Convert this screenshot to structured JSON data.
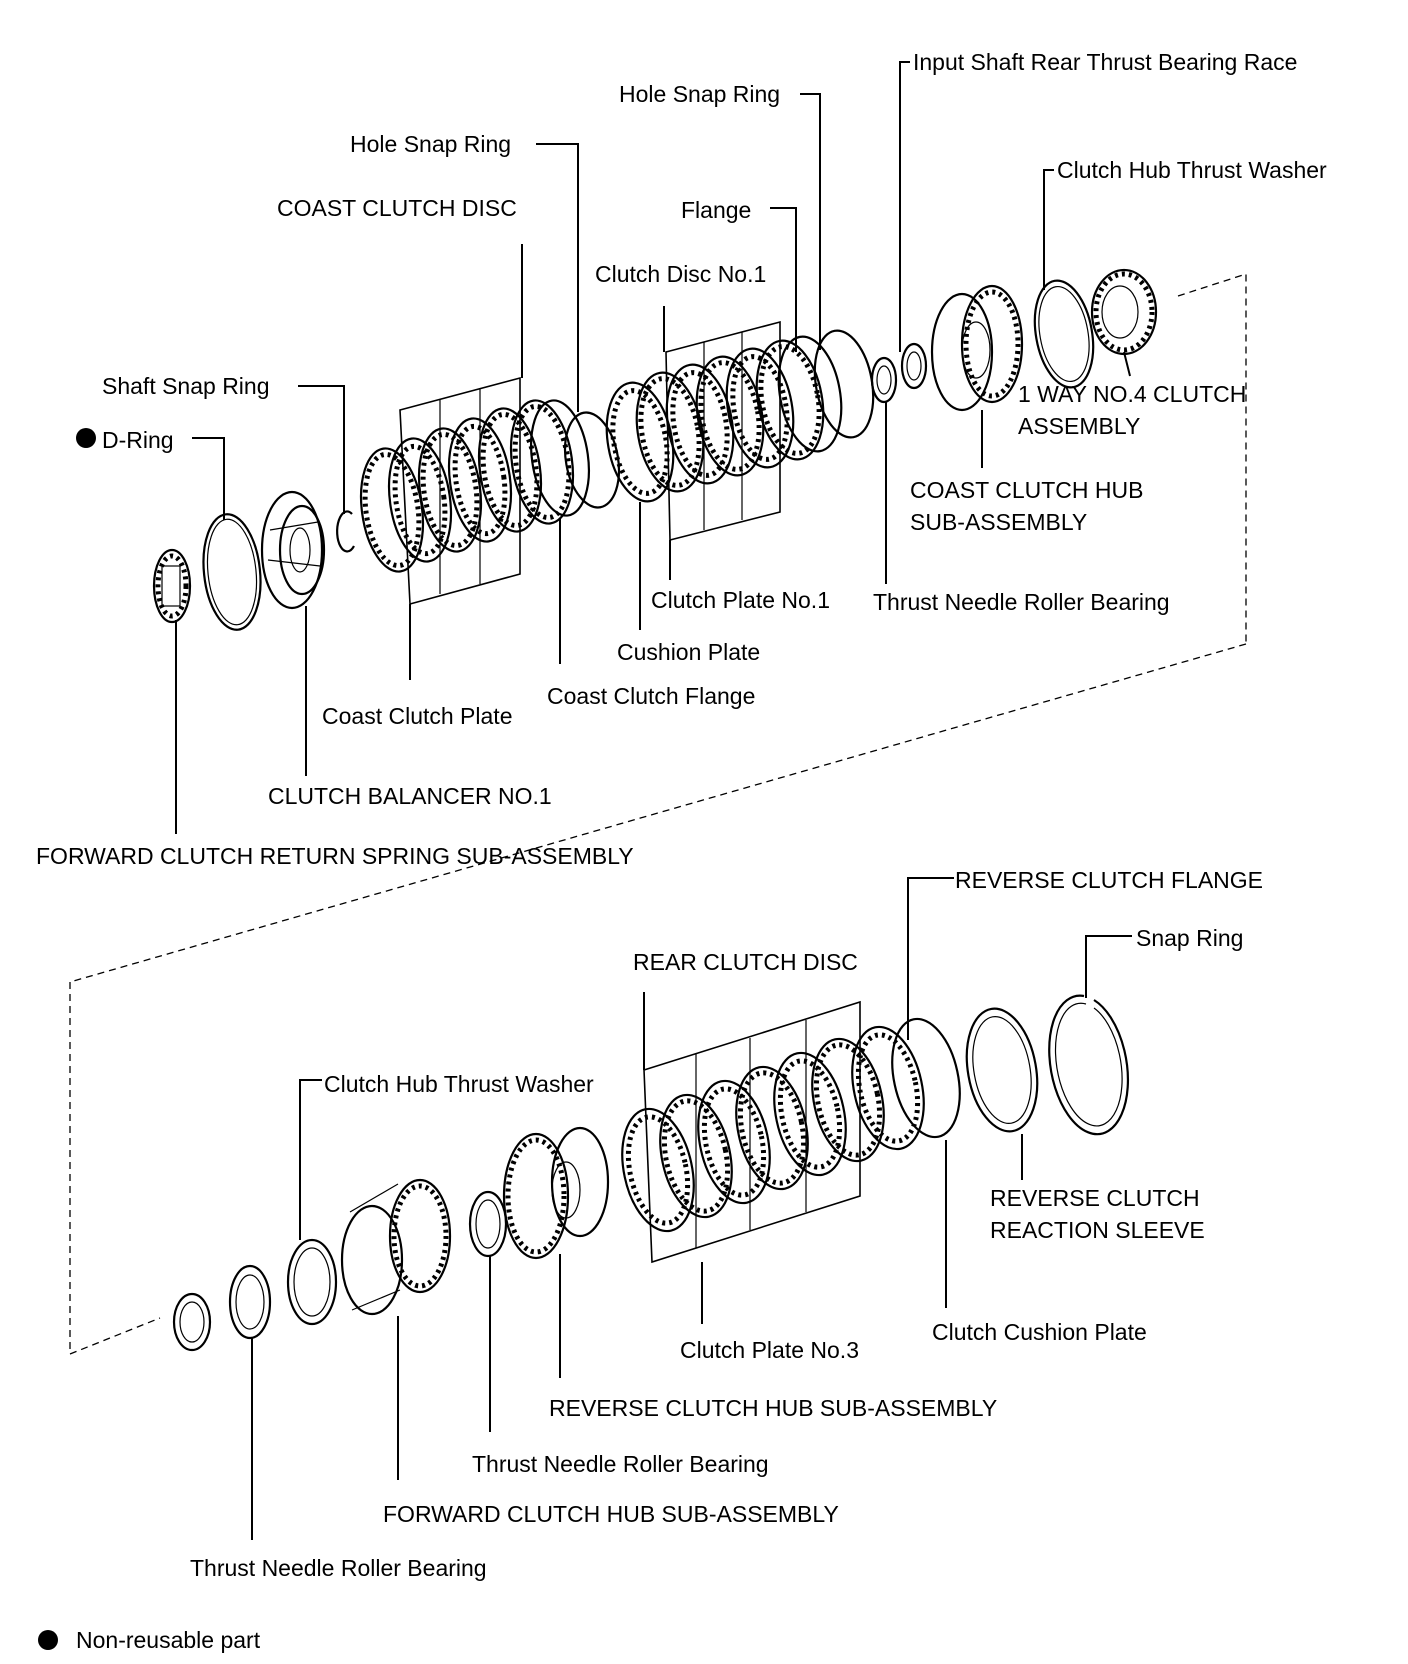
{
  "labels": {
    "input_shaft_rear_thrust_bearing_race": "Input Shaft Rear Thrust Bearing Race",
    "hole_snap_ring_upper": "Hole Snap Ring",
    "clutch_hub_thrust_washer_upper": "Clutch Hub Thrust Washer",
    "hole_snap_ring_left": "Hole Snap Ring",
    "coast_clutch_disc": "COAST CLUTCH DISC",
    "flange": "Flange",
    "clutch_disc_no1": "Clutch Disc No.1",
    "shaft_snap_ring": "Shaft Snap Ring",
    "d_ring": "D-Ring",
    "one_way_no4_clutch_assembly_line1": "1 WAY NO.4 CLUTCH",
    "one_way_no4_clutch_assembly_line2": "ASSEMBLY",
    "coast_clutch_hub_sub_assembly_line1": "COAST CLUTCH HUB",
    "coast_clutch_hub_sub_assembly_line2": "SUB-ASSEMBLY",
    "clutch_plate_no1": "Clutch Plate No.1",
    "thrust_needle_roller_bearing_upper": "Thrust Needle Roller Bearing",
    "cushion_plate": "Cushion Plate",
    "coast_clutch_flange": "Coast Clutch Flange",
    "coast_clutch_plate": "Coast Clutch Plate",
    "clutch_balancer_no1": "CLUTCH BALANCER NO.1",
    "forward_clutch_return_spring_sub_assembly": "FORWARD CLUTCH RETURN SPRING SUB-ASSEMBLY",
    "reverse_clutch_flange": "REVERSE CLUTCH FLANGE",
    "snap_ring": "Snap Ring",
    "rear_clutch_disc": "REAR CLUTCH DISC",
    "clutch_hub_thrust_washer_lower": "Clutch Hub Thrust Washer",
    "reverse_clutch_reaction_sleeve_line1": "REVERSE CLUTCH",
    "reverse_clutch_reaction_sleeve_line2": "REACTION SLEEVE",
    "clutch_cushion_plate": "Clutch Cushion Plate",
    "clutch_plate_no3": "Clutch Plate No.3",
    "reverse_clutch_hub_sub_assembly": "REVERSE CLUTCH HUB SUB-ASSEMBLY",
    "thrust_needle_roller_bearing_middle": "Thrust Needle Roller Bearing",
    "forward_clutch_hub_sub_assembly": "FORWARD CLUTCH HUB SUB-ASSEMBLY",
    "thrust_needle_roller_bearing_lower": "Thrust Needle Roller Bearing"
  },
  "legend": {
    "symbol": "●",
    "text": "Non-reusable part"
  },
  "colors": {
    "ink": "#000000",
    "background": "#ffffff"
  }
}
